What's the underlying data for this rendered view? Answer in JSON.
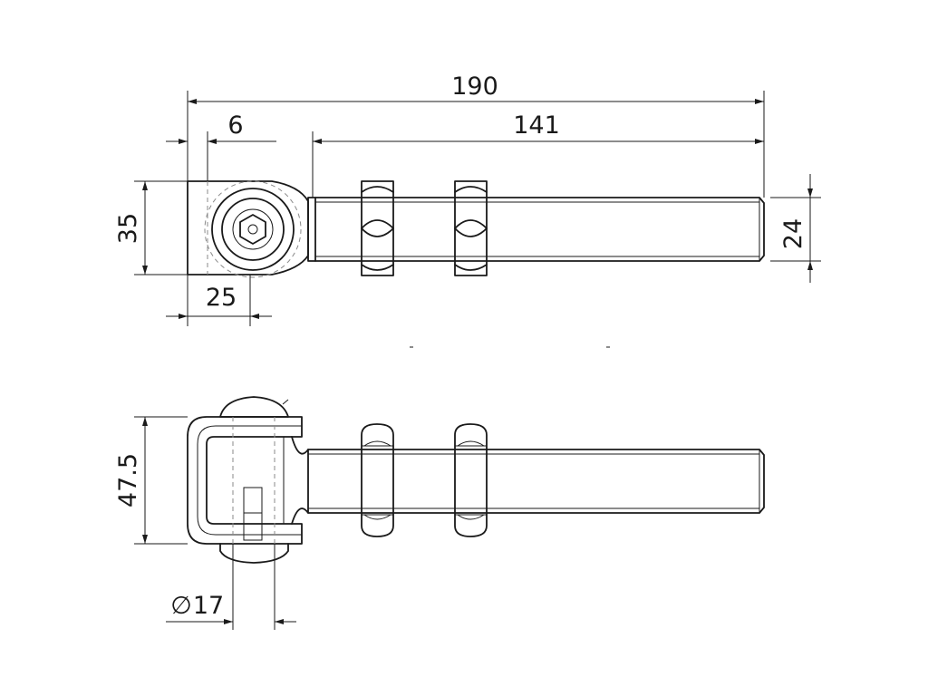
{
  "drawing": {
    "dimensions": {
      "overall_length": "190",
      "shank_length": "141",
      "offset": "6",
      "eye_height": "35",
      "eye_width": "25",
      "thread_diameter": "24",
      "body_height": "47.5",
      "pin_diameter": "17",
      "diameter_symbol": "∅"
    }
  }
}
